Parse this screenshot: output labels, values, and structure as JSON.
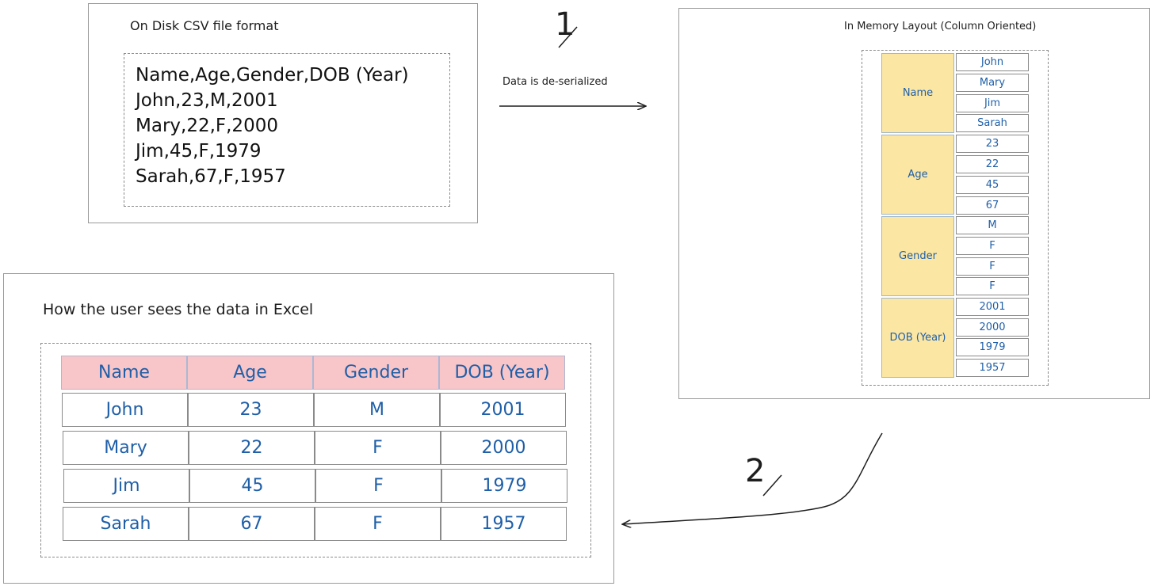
{
  "csv_panel": {
    "title": "On Disk CSV file format",
    "lines": [
      "Name,Age,Gender,DOB (Year)",
      "John,23,M,2001",
      "Mary,22,F,2000",
      "Jim,45,F,1979",
      "Sarah,67,F,1957"
    ]
  },
  "step1": {
    "number": "1",
    "label": "Data is de-serialized"
  },
  "memory_panel": {
    "title": "In Memory Layout (Column Oriented)",
    "groups": [
      {
        "name": "Name",
        "values": [
          "John",
          "Mary",
          "Jim",
          "Sarah"
        ]
      },
      {
        "name": "Age",
        "values": [
          "23",
          "22",
          "45",
          "67"
        ]
      },
      {
        "name": "Gender",
        "values": [
          "M",
          "F",
          "F",
          "F"
        ]
      },
      {
        "name": "DOB (Year)",
        "values": [
          "2001",
          "2000",
          "1979",
          "1957"
        ]
      }
    ]
  },
  "step2": {
    "number": "2"
  },
  "excel_panel": {
    "title": "How the user sees the data in Excel",
    "headers": [
      "Name",
      "Age",
      "Gender",
      "DOB (Year)"
    ],
    "rows": [
      [
        "John",
        "23",
        "M",
        "2001"
      ],
      [
        "Mary",
        "22",
        "F",
        "2000"
      ],
      [
        "Jim",
        "45",
        "F",
        "1979"
      ],
      [
        "Sarah",
        "67",
        "F",
        "1957"
      ]
    ]
  },
  "colors": {
    "header_fill": "#f8c5c8",
    "column_label_fill": "#fbe6a4",
    "value_text": "#1f5fa8",
    "border": "#8a8a8a"
  }
}
